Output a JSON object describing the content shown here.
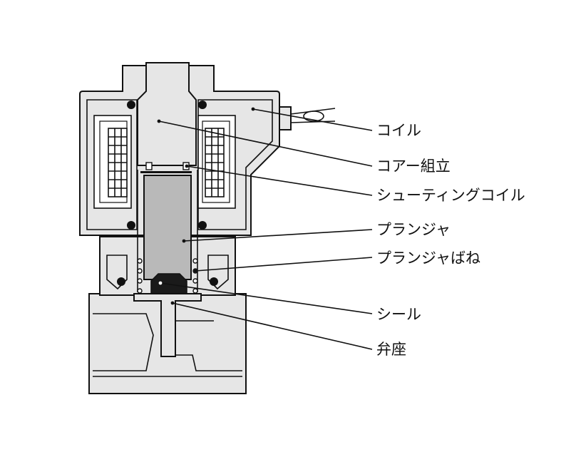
{
  "labels": {
    "coil": "コイル",
    "core_assembly": "コアー組立",
    "shading_coil": "シューティングコイル",
    "plunger": "プランジャ",
    "plunger_spring": "プランジャばね",
    "seal": "シール",
    "valve_seat": "弁座"
  },
  "colors": {
    "body": "#e6e6e6",
    "plunger": "#b9b9b9",
    "seal": "#1a1a1a",
    "line": "#111111"
  }
}
